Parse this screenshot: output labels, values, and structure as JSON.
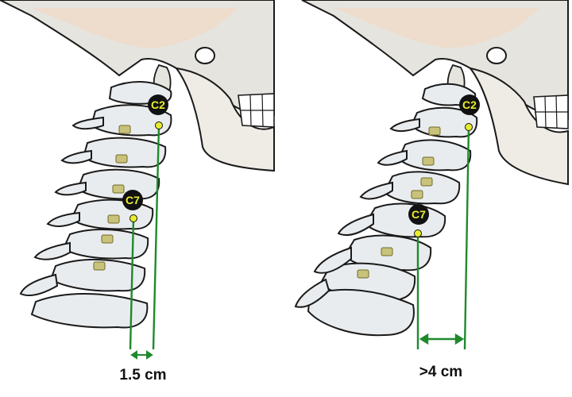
{
  "colors": {
    "bone_fill": "#e9ecef",
    "bone_stroke": "#1a1a1a",
    "skull_fill": "#e6e4de",
    "skin_tint": "#f1d9c5",
    "plumb_line": "#1f8a2c",
    "marker_fill": "#111111",
    "marker_text": "#e8ef2a",
    "marker_point": "#e8ef2a",
    "facet_fill": "#c9c27a"
  },
  "icons": {
    "measure_arrow": "double-headed-arrow-icon",
    "vertebra_point": "target-dot-icon"
  },
  "panels": [
    {
      "id": "normal",
      "c2_label": "C2",
      "c7_label": "C7",
      "measurement_label": "1.5 cm",
      "plumb_offset_cm": 1.5
    },
    {
      "id": "forward-head",
      "c2_label": "C2",
      "c7_label": "C7",
      "measurement_label": ">4 cm",
      "plumb_offset_cm": 4
    }
  ]
}
